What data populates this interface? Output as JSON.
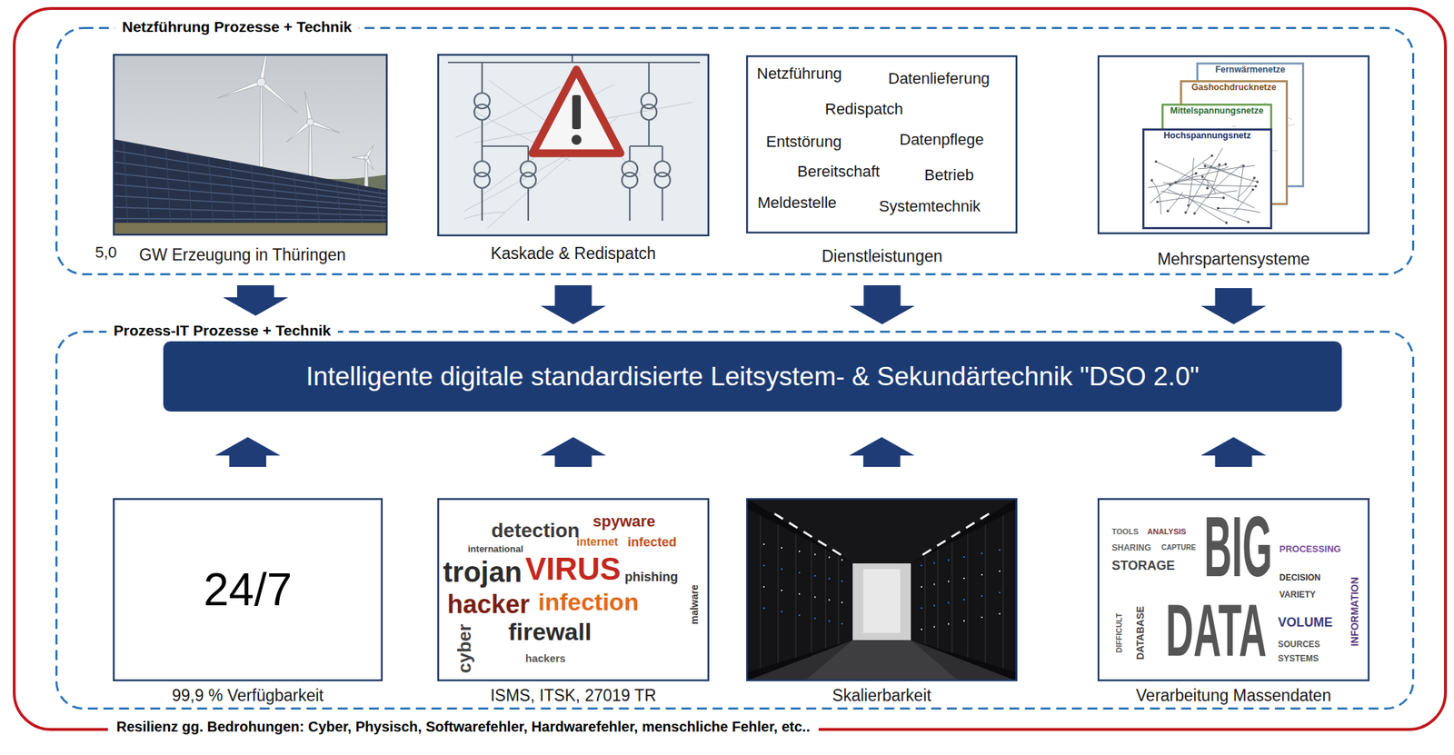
{
  "diagram": {
    "nodes": [
      {
        "text": [
          "Resilienz gg. Bedrohungen: Cyber, Physisch, Softwarefehler, Hardwarefehler, menschliche Fehler, etc.."
        ]
      },
      {
        "text": [
          "Netzführung Prozesse + Technik"
        ],
        "in": 0
      },
      {
        "text": [
          "5,0",
          "GW Erzeugung in Thüringen"
        ],
        "in": 1
      },
      {
        "text": [
          "Kaskade & Redispatch"
        ],
        "in": 1
      },
      {
        "text": [
          "Netzführung",
          "Datenlieferung",
          "Redispatch",
          "Entstörung",
          "Datenpflege",
          "Bereitschaft",
          "Betrieb",
          "Meldestelle",
          "Systemtechnik",
          "Dienstleistungen"
        ],
        "in": 1
      },
      {
        "text": [
          "Mehrspartensysteme"
        ],
        "in": 1
      },
      {
        "text": [
          "Fernwärmenetze"
        ],
        "in": 5
      },
      {
        "text": [
          "Gashochdrucknetze"
        ],
        "in": 5
      },
      {
        "text": [
          "Mittelspannungsnetze"
        ],
        "in": 5
      },
      {
        "text": [
          "Hochspannungsnetz"
        ],
        "in": 5
      },
      {
        "text": [
          "Prozess-IT Prozesse + Technik"
        ],
        "in": 0
      },
      {
        "text": [
          "Intelligente digitale standardisierte Leitsystem- & Sekundärtechnik \"DSO 2.0\""
        ],
        "in": 10
      },
      {
        "text": [
          "24/7",
          "99,9 % Verfügbarkeit"
        ],
        "in": 10
      },
      {
        "text": [
          "spyware",
          "detection",
          "internet",
          "infected",
          "international",
          "trojan",
          "VIRUS",
          "phishing",
          "hacker",
          "infection",
          "malware",
          "firewall",
          "cyber",
          "hackers",
          "ISMS, ITSK, 27019 TR"
        ],
        "in": 10
      },
      {
        "text": [
          "Skalierbarkeit"
        ],
        "in": 10
      },
      {
        "text": [
          "TOOLS",
          "ANALYSIS",
          "BIG",
          "SHARING",
          "CAPTURE",
          "PROCESSING",
          "STORAGE",
          "DECISION",
          "VARIETY",
          "INFORMATION",
          "VOLUME",
          "DIFFICULT",
          "DATABASE",
          "DATA",
          "SOURCES",
          "SYSTEMS",
          "Verarbeitung Massendaten"
        ],
        "in": 10
      }
    ],
    "edges": [
      {
        "from": 2,
        "to": 11,
        "arrow": "to"
      },
      {
        "from": 3,
        "to": 11,
        "arrow": "to"
      },
      {
        "from": 4,
        "to": 11,
        "arrow": "to"
      },
      {
        "from": 5,
        "to": 11,
        "arrow": "to"
      },
      {
        "from": 12,
        "to": 11,
        "arrow": "to"
      },
      {
        "from": 13,
        "to": 11,
        "arrow": "to"
      },
      {
        "from": 14,
        "to": 11,
        "arrow": "to"
      },
      {
        "from": 15,
        "to": 11,
        "arrow": "to"
      }
    ]
  }
}
